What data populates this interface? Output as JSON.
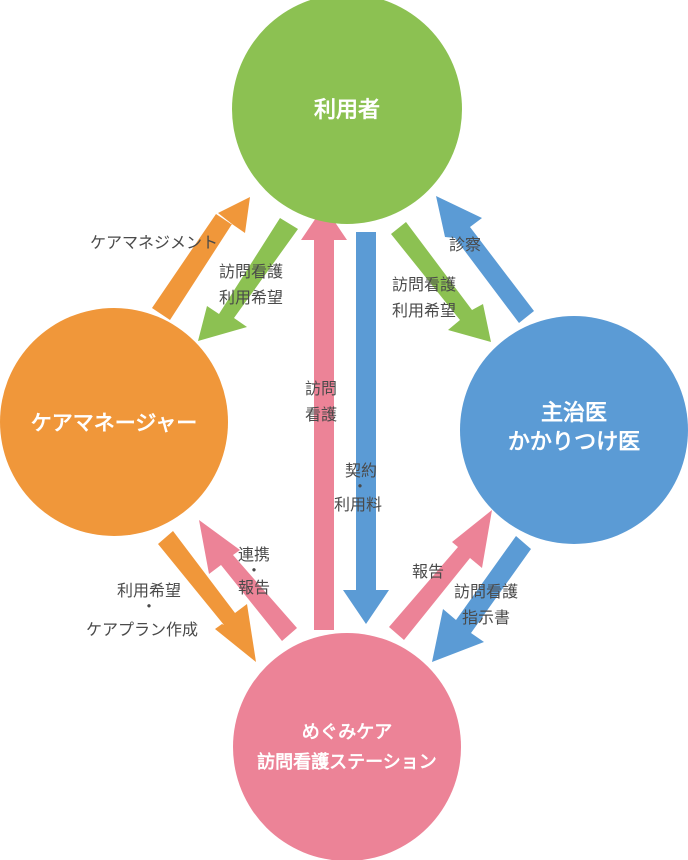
{
  "colors": {
    "green": "#8cc152",
    "blue": "#5b9bd5",
    "orange": "#f0973a",
    "pink": "#ec8397",
    "label": "#4a4a4a"
  },
  "nodes": {
    "user": {
      "label": "利用者"
    },
    "doctor": {
      "line1": "主治医",
      "line2": "かかりつけ医"
    },
    "care_manager": {
      "label": "ケアマネージャー"
    },
    "station": {
      "line1": "めぐみケア",
      "line2": "訪問看護ステーション"
    }
  },
  "edges": {
    "care_management": "ケアマネジメント",
    "cm_request_1": "訪問看護",
    "cm_request_2": "利用希望",
    "doctor_request_1": "訪問看護",
    "doctor_request_2": "利用希望",
    "exam": "診察",
    "visit_1": "訪問",
    "visit_2": "看護",
    "contract_1": "契約",
    "contract_dot": "・",
    "contract_2": "利用料",
    "plan_1": "利用希望",
    "plan_dot": "・",
    "plan_2": "ケアプラン作成",
    "liaison_1": "連携",
    "liaison_dot": "・",
    "liaison_2": "報告",
    "report": "報告",
    "instruction_1": "訪問看護",
    "instruction_2": "指示書"
  }
}
